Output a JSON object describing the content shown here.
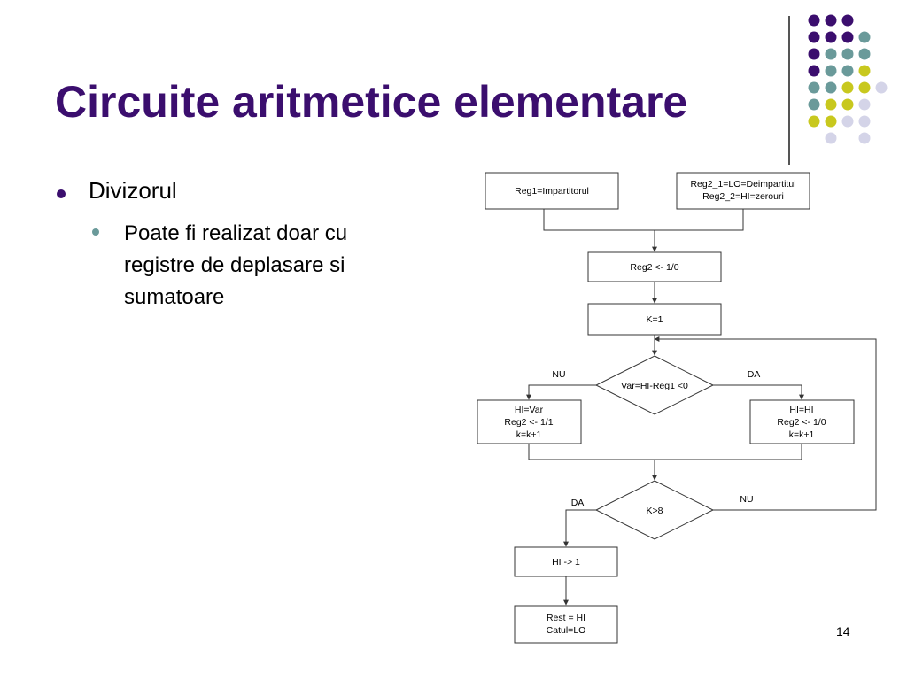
{
  "slide": {
    "title": "Circuite aritmetice elementare",
    "bullet_1": "Divizorul",
    "bullet_2": "Poate fi realizat doar cu registre de deplasare si sumatoare",
    "page_number": "14"
  },
  "flowchart": {
    "reg1": "Reg1=Impartitorul",
    "reg2_init": [
      "Reg2_1=LO=Deimpartitul",
      "Reg2_2=HI=zerouri"
    ],
    "shift_0": "Reg2 <- 1/0",
    "k_init": "K=1",
    "decision_1": "Var=HI-Reg1 <0",
    "decision_1_no": "NU",
    "decision_1_yes": "DA",
    "branch_no": [
      "HI=Var",
      "Reg2 <- 1/1",
      "k=k+1"
    ],
    "branch_yes": [
      "HI=HI",
      "Reg2 <- 1/0",
      "k=k+1"
    ],
    "decision_2": "K>8",
    "decision_2_yes": "DA",
    "decision_2_no": "NU",
    "hi_shift": "HI -> 1",
    "result": [
      "Rest = HI",
      "Catul=LO"
    ]
  },
  "colors": {
    "title": "#3b0e6e",
    "dot_purple": "#3b0e6e",
    "dot_teal": "#6a9a9a",
    "dot_yellow": "#c8c81e",
    "dot_lavender": "#d4d4e8"
  },
  "dot_grid": [
    [
      "purple",
      "purple",
      "purple",
      null
    ],
    [
      "purple",
      "purple",
      "purple",
      "teal"
    ],
    [
      "purple",
      "teal",
      "teal",
      "teal"
    ],
    [
      "purple",
      "teal",
      "teal",
      "yellow"
    ],
    [
      "teal",
      "teal",
      "yellow",
      "yellow",
      "lavender"
    ],
    [
      "teal",
      "yellow",
      "yellow",
      "lavender"
    ],
    [
      "yellow",
      "yellow",
      "lavender",
      "lavender"
    ],
    [
      null,
      "lavender",
      null,
      "lavender"
    ]
  ]
}
